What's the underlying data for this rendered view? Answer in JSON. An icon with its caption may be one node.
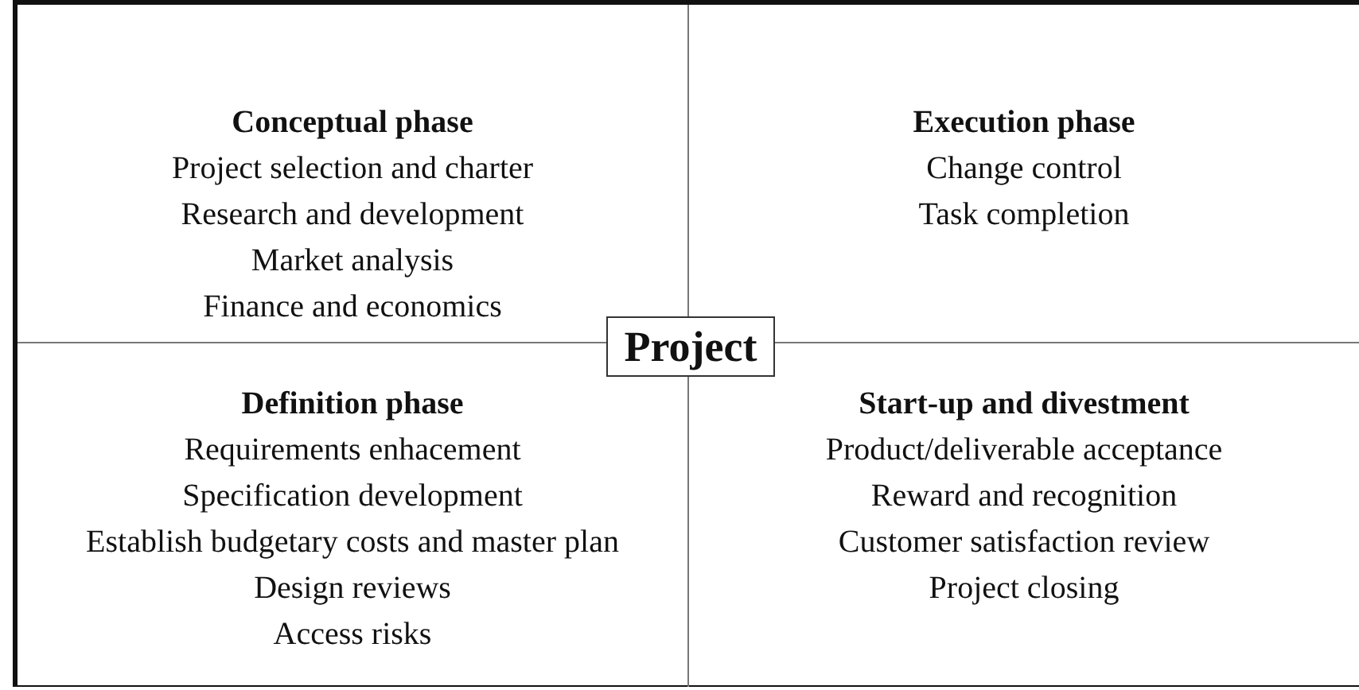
{
  "diagram": {
    "nodes": [
      {
        "text": [
          "Conceptual phase",
          "Project selection and charter",
          "Research and development",
          "Market analysis",
          "Finance and economics"
        ]
      },
      {
        "text": [
          "Execution phase",
          "Change control",
          "Task completion"
        ]
      },
      {
        "text": [
          "Project"
        ]
      },
      {
        "text": [
          "Definition phase",
          "Requirements enhacement",
          "Specification development",
          "Establish budgetary costs and master plan",
          "Design reviews",
          "Access risks"
        ]
      },
      {
        "text": [
          "Start-up and divestment",
          "Product/deliverable acceptance",
          "Reward and recognition",
          "Customer satisfaction review",
          "Project closing"
        ]
      }
    ]
  }
}
